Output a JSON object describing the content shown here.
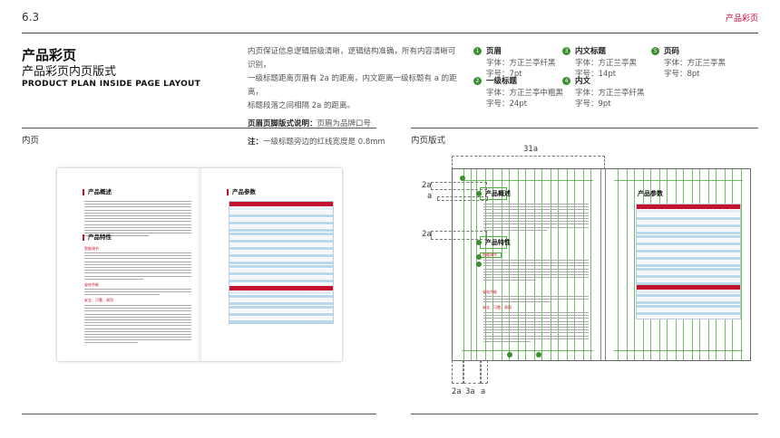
{
  "header": {
    "section_number": "6.3",
    "section_name": "产品彩页"
  },
  "title": {
    "zh": "产品彩页",
    "subtitle_zh": "产品彩页内页版式",
    "subtitle_en": "PRODUCT PLAN INSIDE PAGE LAYOUT"
  },
  "description": {
    "lines": [
      "内页保证信息逻辑层级清晰，逻辑结构准确，所有内容清晰可识别，",
      "一级标题距离页眉有 2a 的距离，内文距离一级标题有 a 的距离，",
      "标题段落之间相隔 2a 的距离。"
    ],
    "header_footer_label": "页眉页脚版式说明：",
    "header_footer_text": "页眉为品牌口号",
    "note_label": "注：",
    "note_text": "一级标题旁边的红线宽度是 0.8mm"
  },
  "specs": [
    {
      "num": "1",
      "label": "页眉",
      "font": "字体：方正兰亭纤黑",
      "size": "字号：7pt"
    },
    {
      "num": "2",
      "label": "一级标题",
      "font": "字体：方正兰亭中粗黑",
      "size": "字号：24pt"
    },
    {
      "num": "3",
      "label": "内文标题",
      "font": "字体：方正兰亭黑",
      "size": "字号：14pt"
    },
    {
      "num": "4",
      "label": "内文",
      "font": "字体：方正兰亭纤黑",
      "size": "字号：9pt"
    },
    {
      "num": "5",
      "label": "页码",
      "font": "字体：方正兰亭黑",
      "size": "字号：8pt"
    }
  ],
  "left_panel": {
    "label": "内页",
    "page_left": {
      "h1_a": "产品概述",
      "h1_b": "产品特性",
      "h2_a": "智能调节",
      "h2_b": "省电节能",
      "h2_c": "安全、可靠、易用"
    },
    "page_right": {
      "h1": "产品参数"
    }
  },
  "right_panel": {
    "label": "内页版式",
    "dims": {
      "top": "31a",
      "a2_1": "2a",
      "a1": "a",
      "a2_2": "2a",
      "bottom_2a": "2a",
      "bottom_3a": "3a",
      "bottom_a": "a"
    },
    "page_left": {
      "h1_a": "产品概述",
      "h1_b": "产品特性",
      "h2_a": "智能调节",
      "h2_b": "省电节能",
      "h2_c": "安全、可靠、易用"
    },
    "page_right": {
      "h1": "产品参数"
    }
  }
}
